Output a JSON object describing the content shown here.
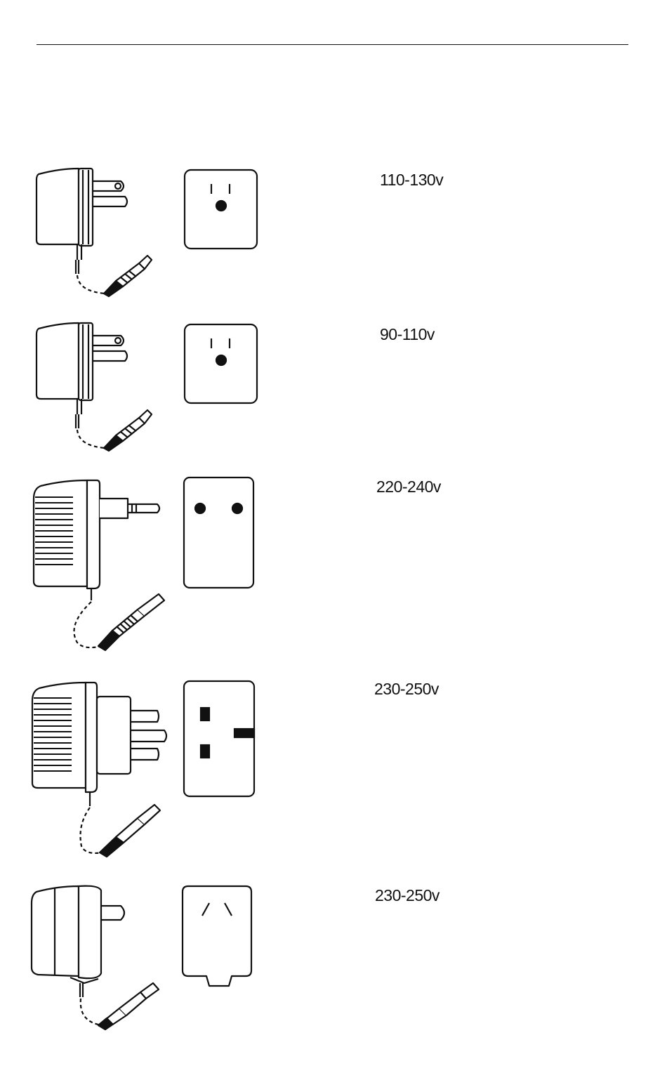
{
  "rows": [
    {
      "id": "row-1",
      "voltage": "110-130v",
      "adapter": "us-adapter-icon",
      "outlet": "us-outlet-icon"
    },
    {
      "id": "row-2",
      "voltage": "90-110v",
      "adapter": "us-adapter-icon",
      "outlet": "us-outlet-icon"
    },
    {
      "id": "row-3",
      "voltage": "220-240v",
      "adapter": "eu-adapter-icon",
      "outlet": "eu-outlet-icon"
    },
    {
      "id": "row-4",
      "voltage": "230-250v",
      "adapter": "uk-adapter-icon",
      "outlet": "uk-outlet-icon"
    },
    {
      "id": "row-5",
      "voltage": "230-250v",
      "adapter": "au-adapter-icon",
      "outlet": "au-outlet-icon"
    }
  ],
  "colors": {
    "ink": "#111111",
    "background": "#ffffff"
  }
}
